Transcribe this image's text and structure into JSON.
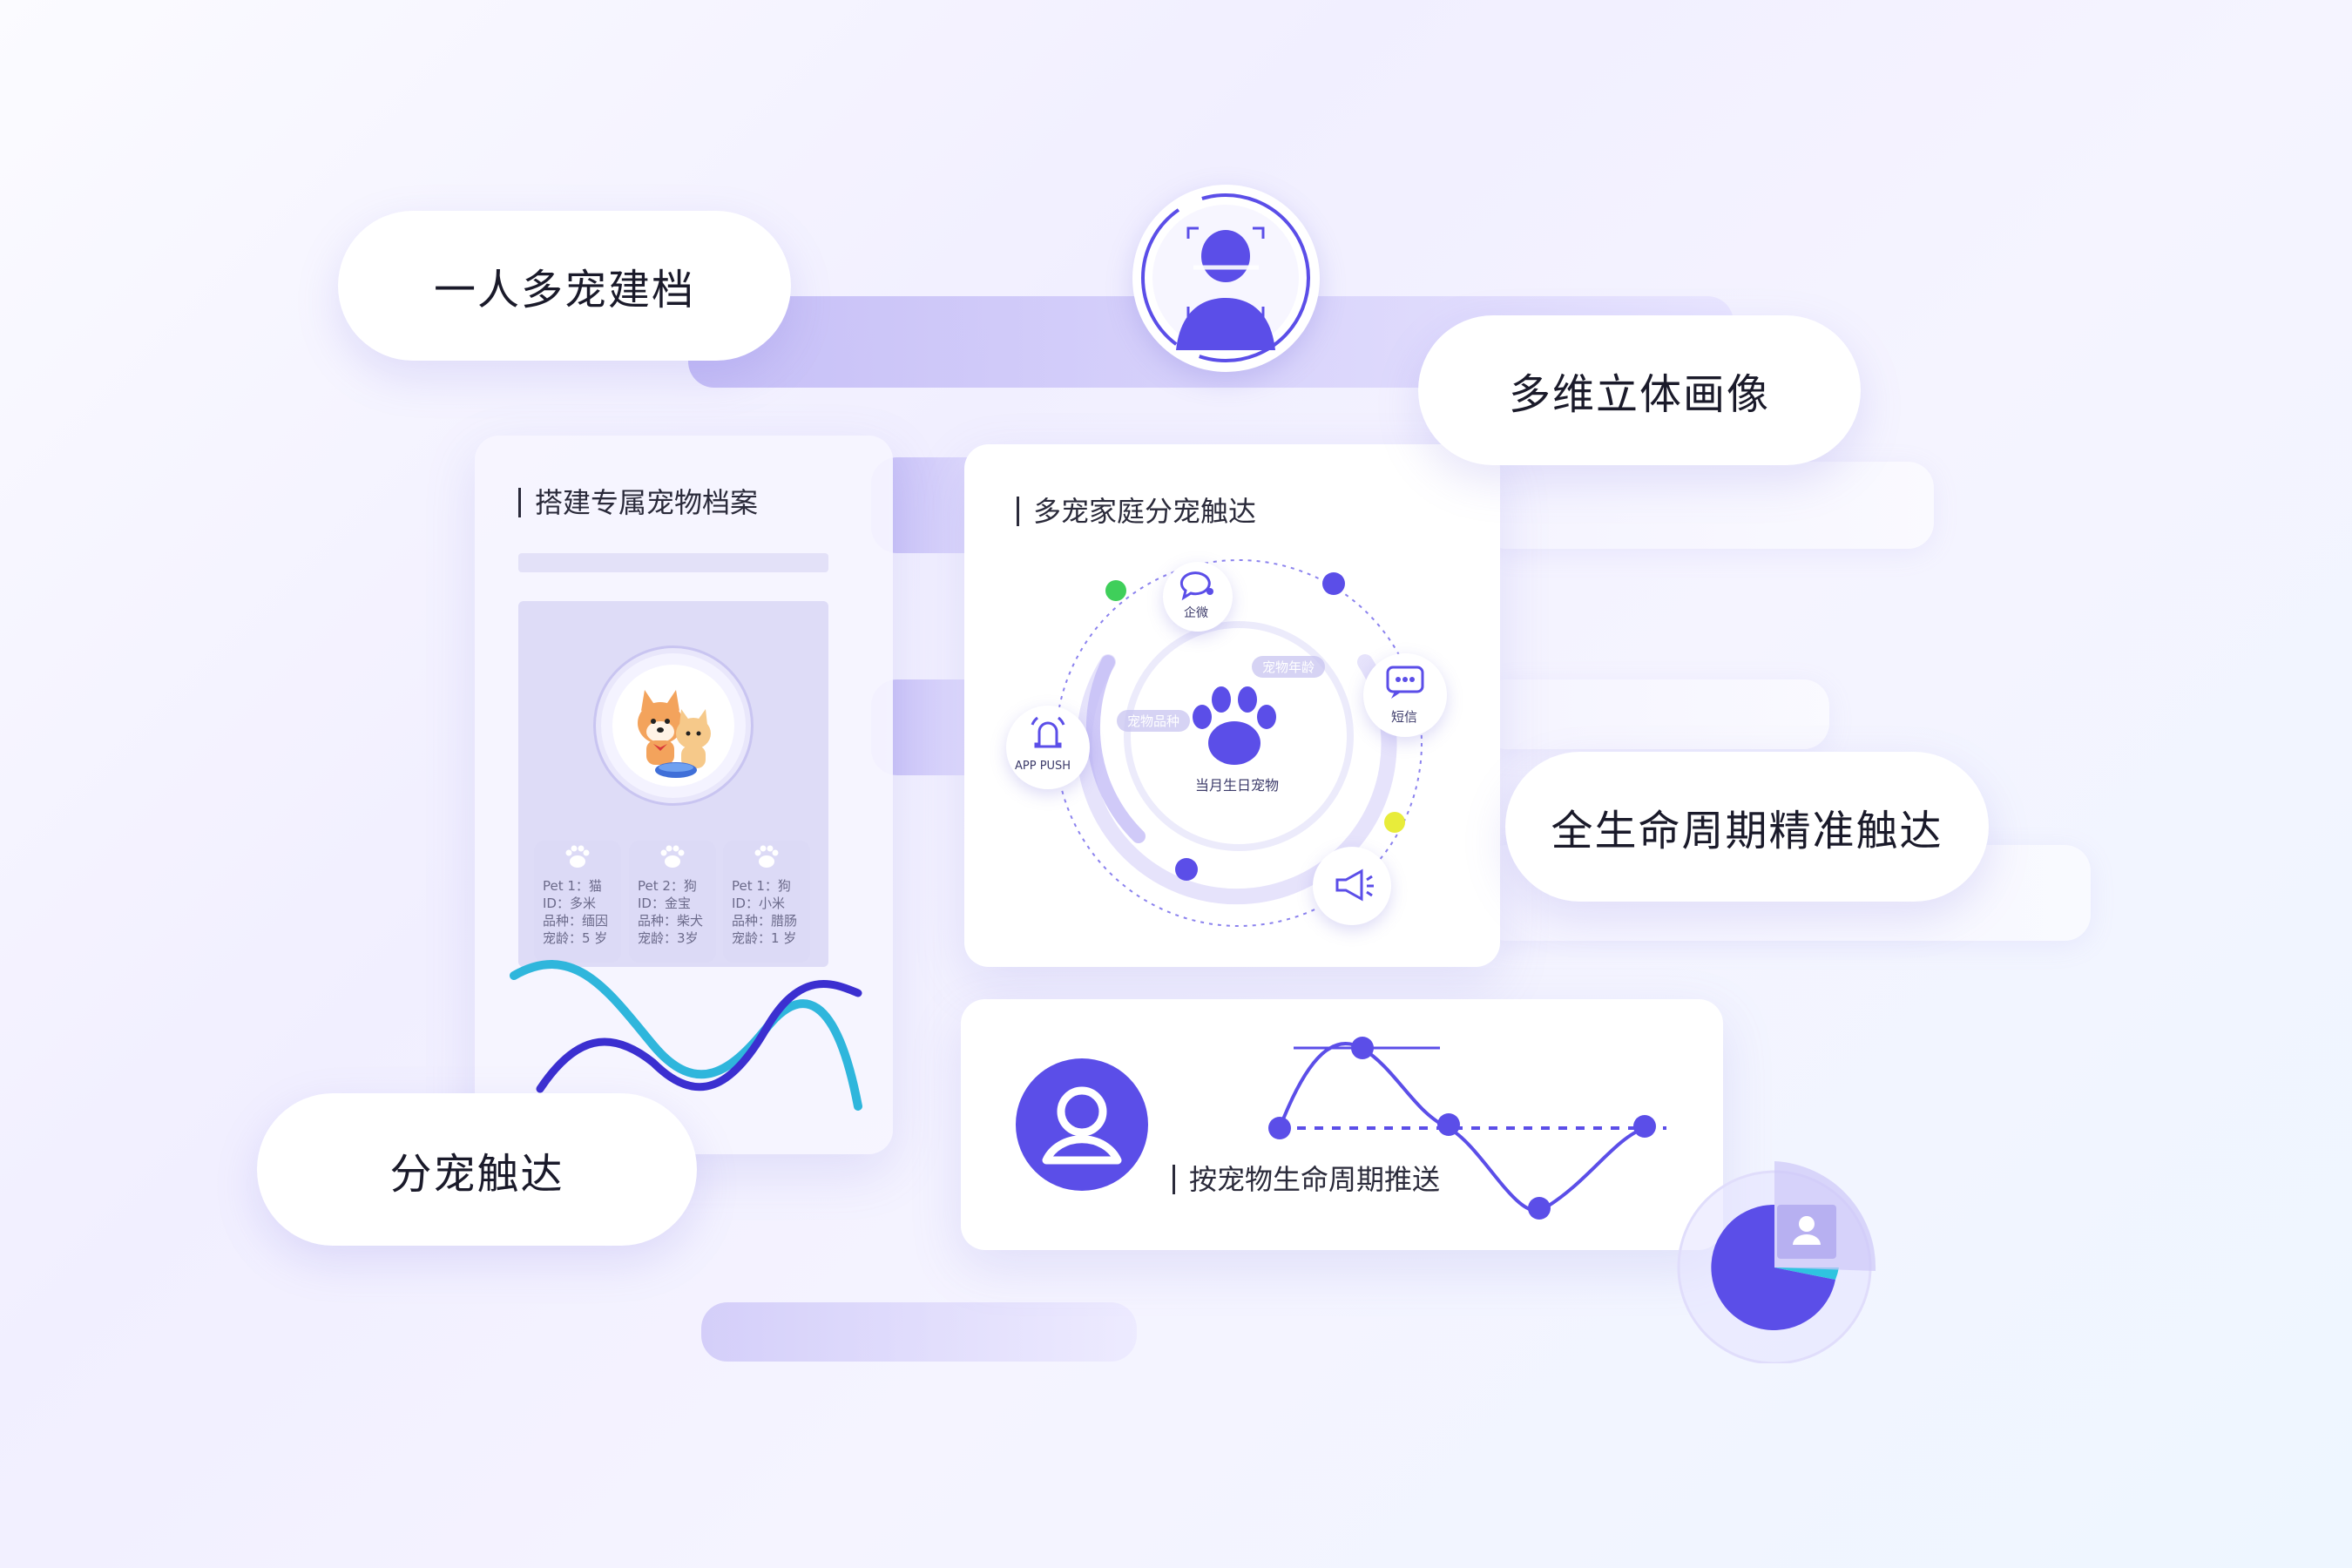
{
  "pills": {
    "multi_pet_profile": "一人多宠建档",
    "multi_dim_portrait": "多维立体画像",
    "lifecycle_reach": "全生命周期精准触达",
    "per_pet_reach": "分宠触达"
  },
  "profile_card": {
    "title": "搭建专属宠物档案",
    "pets": [
      {
        "line1": "Pet 1：猫",
        "line2": "ID：多米",
        "line3": "品种：缅因",
        "line4": "宠龄：5 岁"
      },
      {
        "line1": "Pet 2：狗",
        "line2": "ID：金宝",
        "line3": "品种：柴犬",
        "line4": "宠龄：3岁"
      },
      {
        "line1": "Pet 1：狗",
        "line2": "ID：小米",
        "line3": "品种：腊肠",
        "line4": "宠龄：1 岁"
      }
    ]
  },
  "family_card": {
    "title": "多宠家庭分宠触达",
    "center_label": "当月生日宠物",
    "tag_age": "宠物年龄",
    "tag_breed": "宠物品种",
    "channel_wecom": "企微",
    "channel_sms": "短信",
    "channel_app_push": "APP PUSH"
  },
  "lifecycle_card": {
    "title": "按宠物生命周期推送"
  },
  "colors": {
    "primary": "#5b4ee8",
    "accent_cyan": "#2fc4e0",
    "green_dot": "#3fcf5a",
    "yellow_dot": "#e8ec3a"
  },
  "icons": [
    "face-scan-icon",
    "paw-icon",
    "wecom-chat-icon",
    "sms-icon",
    "bell-icon",
    "megaphone-icon",
    "user-avatar-icon",
    "pie-chart-icon"
  ]
}
